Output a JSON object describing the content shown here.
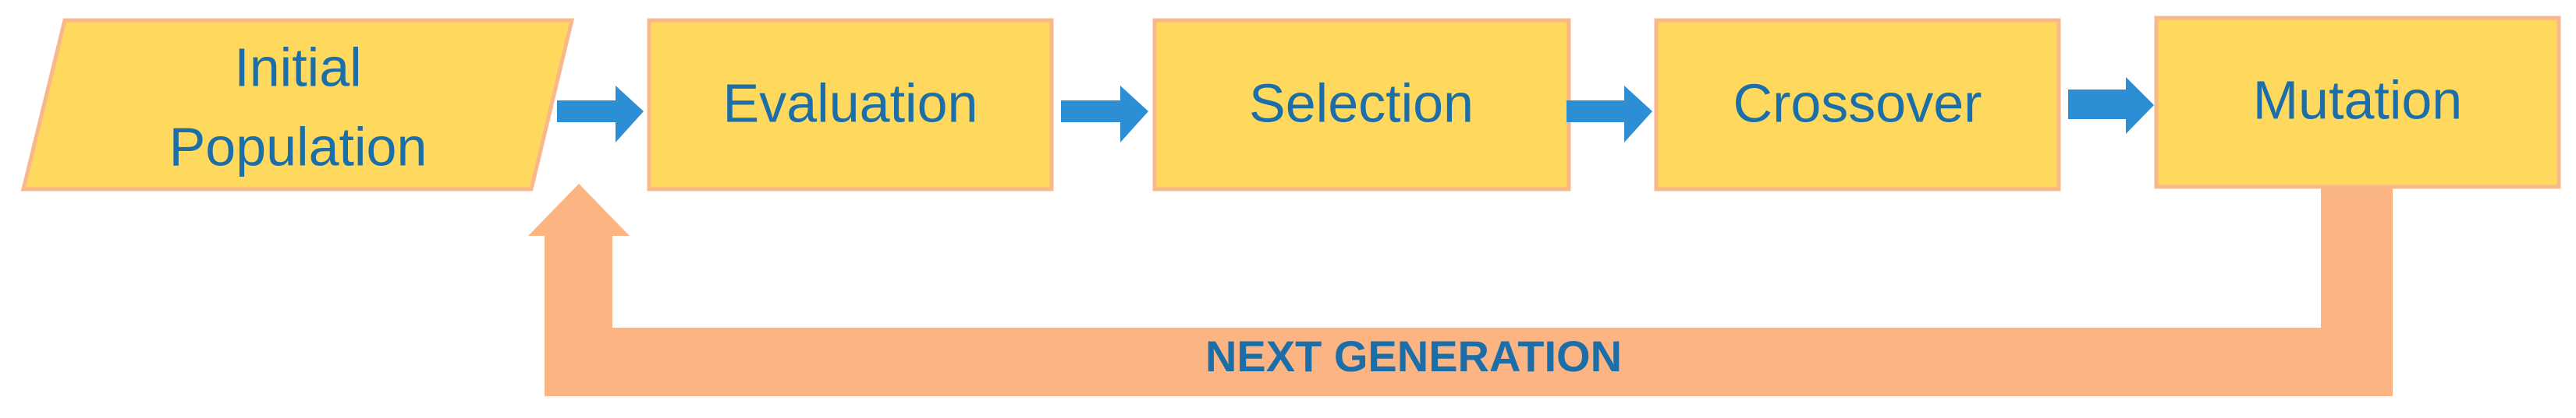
{
  "colors": {
    "box_fill": "#ffd95e",
    "box_border": "#f9b88c",
    "text": "#1b6ea8",
    "flow_arrow": "#2c8fd6",
    "loop_arrow": "#fdb483"
  },
  "steps": [
    {
      "id": "initial-population",
      "lines": [
        "Initial",
        "Population"
      ],
      "shape": "parallelogram"
    },
    {
      "id": "evaluation",
      "label": "Evaluation",
      "shape": "rectangle"
    },
    {
      "id": "selection",
      "label": "Selection",
      "shape": "rectangle"
    },
    {
      "id": "crossover",
      "label": "Crossover",
      "shape": "rectangle"
    },
    {
      "id": "mutation",
      "label": "Mutation",
      "shape": "rectangle"
    }
  ],
  "edges": [
    {
      "from": "initial-population",
      "to": "evaluation"
    },
    {
      "from": "evaluation",
      "to": "selection"
    },
    {
      "from": "selection",
      "to": "crossover"
    },
    {
      "from": "crossover",
      "to": "mutation"
    },
    {
      "from": "mutation",
      "to": "initial-population",
      "label": "NEXT GENERATION"
    }
  ]
}
